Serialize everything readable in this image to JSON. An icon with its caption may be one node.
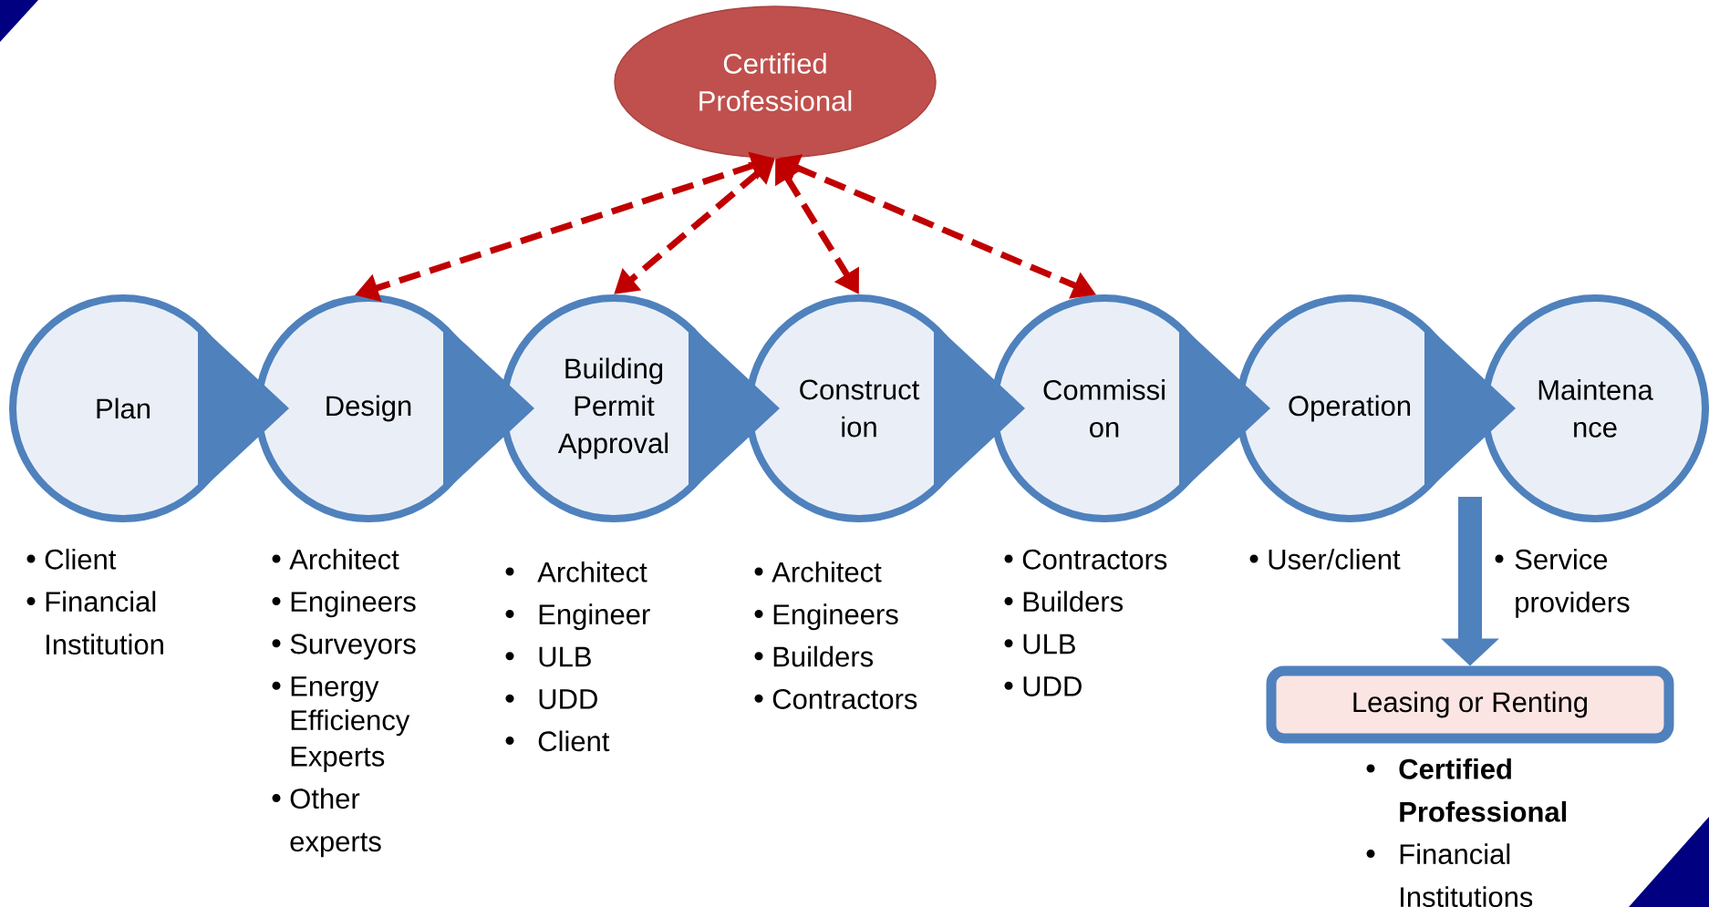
{
  "diagram": {
    "nodes": [
      {
        "text": [
          "Certified Professional"
        ]
      },
      {
        "text": [
          "Plan"
        ],
        "beside": [
          "Client",
          "Financial Institution"
        ]
      },
      {
        "text": [
          "Design"
        ],
        "beside": [
          "Architect",
          "Engineers",
          "Surveyors",
          "Energy Efficiency Experts",
          "Other experts"
        ]
      },
      {
        "text": [
          "Building Permit Approval"
        ],
        "beside": [
          "Architect",
          "Engineer",
          "ULB",
          "UDD",
          "Client"
        ]
      },
      {
        "text": [
          "Construct ion"
        ],
        "beside": [
          "Architect",
          "Engineers",
          "Builders",
          "Contractors"
        ]
      },
      {
        "text": [
          "Commissi on"
        ],
        "beside": [
          "Contractors",
          "Builders",
          "ULB",
          "UDD"
        ]
      },
      {
        "text": [
          "Operation"
        ],
        "beside": [
          "User/client"
        ]
      },
      {
        "text": [
          "Maintena nce"
        ],
        "beside": [
          "Service providers"
        ]
      },
      {
        "text": [
          "Leasing or Renting"
        ],
        "beside": [
          "**Certified Professional**",
          "Financial Institutions"
        ]
      }
    ],
    "edges": [
      {
        "from": 1,
        "to": 2,
        "arrow": "to"
      },
      {
        "from": 2,
        "to": 3,
        "arrow": "to"
      },
      {
        "from": 3,
        "to": 4,
        "arrow": "to"
      },
      {
        "from": 4,
        "to": 5,
        "arrow": "to"
      },
      {
        "from": 5,
        "to": 6,
        "arrow": "to"
      },
      {
        "from": 6,
        "to": 7,
        "arrow": "to"
      },
      {
        "from": 0,
        "to": 2,
        "arrow": "both",
        "style": "dashed",
        "color": "#c00000"
      },
      {
        "from": 0,
        "to": 3,
        "arrow": "both",
        "style": "dashed",
        "color": "#c00000"
      },
      {
        "from": 0,
        "to": 4,
        "arrow": "both",
        "style": "dashed",
        "color": "#c00000"
      },
      {
        "from": 0,
        "to": 5,
        "arrow": "both",
        "style": "dashed",
        "color": "#c00000"
      },
      {
        "from": null,
        "to": 8,
        "arrow": "to",
        "style": "thick",
        "color": "#4f81bd"
      }
    ]
  }
}
